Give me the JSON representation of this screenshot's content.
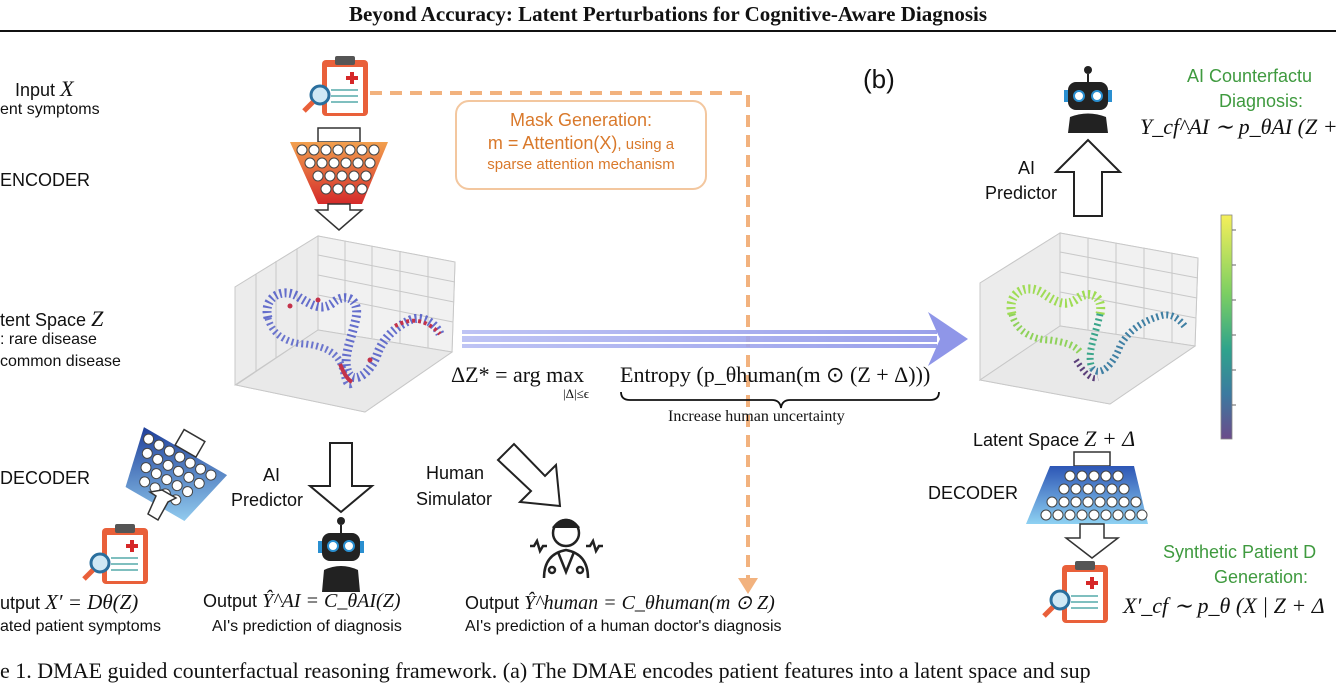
{
  "header": {
    "title": "Beyond Accuracy: Latent Perturbations for Cognitive-Aware Diagnosis"
  },
  "panel_a": {
    "input_label": "Input",
    "input_var": "X",
    "input_sub": "ent symptoms",
    "encoder": "ENCODER",
    "latent_label": "tent Space",
    "latent_var": "Z",
    "legend_rare": ": rare disease",
    "legend_common": "common disease",
    "decoder": "DECODER",
    "mask_line1": "Mask Generation:",
    "mask_line2_main": "m = Attention(X)",
    "mask_line2_small": ", using a",
    "mask_line3": "sparse attention mechanism",
    "ai_predictor_line1": "AI",
    "ai_predictor_line2": "Predictor",
    "human_sim_line1": "Human",
    "human_sim_line2": "Simulator",
    "output_recon_label": "utput",
    "output_recon_math": "X′ = Dθ(Z)",
    "output_recon_sub": "ated patient symptoms",
    "output_ai_label": "Output",
    "output_ai_math": "Ŷ^AI = C_θAI(Z)",
    "output_ai_sub": "AI's prediction of diagnosis",
    "output_human_label": "Output",
    "output_human_math": "Ŷ^human = C_θhuman(m ⊙ Z)",
    "output_human_sub": "AI's prediction of a human doctor's diagnosis"
  },
  "objective": {
    "lhs": "ΔZ* = arg max",
    "constraint": "|Δ|≤ϵ",
    "rhs": "Entropy (p_θhuman(m ⊙ (Z + Δ)))",
    "brace_note": "Increase human uncertainty"
  },
  "panel_b": {
    "tag": "(b)",
    "ai_cf_line1": "AI Counterfactu",
    "ai_cf_line2": "Diagnosis:",
    "ai_cf_math": "Y_cf^AI ∼ p_θAI (Z + Δ",
    "ai_predictor_line1": "AI",
    "ai_predictor_line2": "Predictor",
    "latent_label": "Latent Space",
    "latent_math": "Z + Δ",
    "decoder": "DECODER",
    "syn_line1": "Synthetic Patient D",
    "syn_line2": "Generation:",
    "syn_math": "X′_cf ∼ p_θ (X | Z + Δ"
  },
  "caption": "e 1. DMAE guided counterfactual reasoning framework. (a) The DMAE encodes patient features into a latent space and sup",
  "colors": {
    "orange_dash": "#f2b27e",
    "arrow_blue": "#8f96e8",
    "encoder_top": "#f08a4b",
    "encoder_bottom": "#d62728",
    "decoder_blue": "#2b6cb0",
    "decoder_light": "#90cdf4",
    "colorbar_top": "#f7f05a",
    "colorbar_bottom": "#6b4b8a"
  },
  "icons": [
    "clipboard-icon",
    "robot-icon",
    "doctor-icon",
    "magnifier-icon"
  ]
}
